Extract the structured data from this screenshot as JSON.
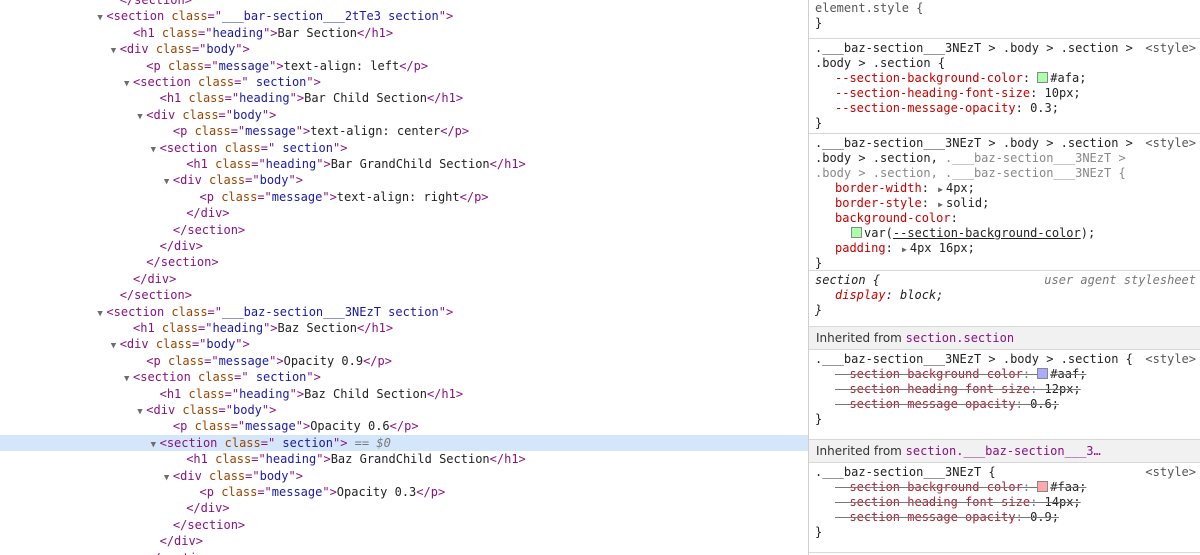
{
  "dom": {
    "lines": [
      {
        "indent": 9,
        "tri": "",
        "parts": [
          [
            "tag",
            "</section>"
          ]
        ]
      },
      {
        "indent": 8,
        "tri": "open",
        "parts": [
          [
            "tag",
            "<section "
          ],
          [
            "attr-name",
            "class"
          ],
          [
            "tag",
            "=\""
          ],
          [
            "attr-value",
            "___bar-section___2tTe3 section"
          ],
          [
            "tag",
            "\">"
          ]
        ]
      },
      {
        "indent": 10,
        "tri": "",
        "parts": [
          [
            "tag",
            "<h1 "
          ],
          [
            "attr-name",
            "class"
          ],
          [
            "tag",
            "=\""
          ],
          [
            "attr-value",
            "heading"
          ],
          [
            "tag",
            "\">"
          ],
          [
            "txt",
            "Bar Section"
          ],
          [
            "tag",
            "</h1>"
          ]
        ]
      },
      {
        "indent": 9,
        "tri": "open",
        "parts": [
          [
            "tag",
            "<div "
          ],
          [
            "attr-name",
            "class"
          ],
          [
            "tag",
            "=\""
          ],
          [
            "attr-value",
            "body"
          ],
          [
            "tag",
            "\">"
          ]
        ]
      },
      {
        "indent": 11,
        "tri": "",
        "parts": [
          [
            "tag",
            "<p "
          ],
          [
            "attr-name",
            "class"
          ],
          [
            "tag",
            "=\""
          ],
          [
            "attr-value",
            "message"
          ],
          [
            "tag",
            "\">"
          ],
          [
            "txt",
            "text-align: left"
          ],
          [
            "tag",
            "</p>"
          ]
        ]
      },
      {
        "indent": 10,
        "tri": "open",
        "parts": [
          [
            "tag",
            "<section "
          ],
          [
            "attr-name",
            "class"
          ],
          [
            "tag",
            "=\""
          ],
          [
            "attr-value",
            " section"
          ],
          [
            "tag",
            "\">"
          ]
        ]
      },
      {
        "indent": 12,
        "tri": "",
        "parts": [
          [
            "tag",
            "<h1 "
          ],
          [
            "attr-name",
            "class"
          ],
          [
            "tag",
            "=\""
          ],
          [
            "attr-value",
            "heading"
          ],
          [
            "tag",
            "\">"
          ],
          [
            "txt",
            "Bar Child Section"
          ],
          [
            "tag",
            "</h1>"
          ]
        ]
      },
      {
        "indent": 11,
        "tri": "open",
        "parts": [
          [
            "tag",
            "<div "
          ],
          [
            "attr-name",
            "class"
          ],
          [
            "tag",
            "=\""
          ],
          [
            "attr-value",
            "body"
          ],
          [
            "tag",
            "\">"
          ]
        ]
      },
      {
        "indent": 13,
        "tri": "",
        "parts": [
          [
            "tag",
            "<p "
          ],
          [
            "attr-name",
            "class"
          ],
          [
            "tag",
            "=\""
          ],
          [
            "attr-value",
            "message"
          ],
          [
            "tag",
            "\">"
          ],
          [
            "txt",
            "text-align: center"
          ],
          [
            "tag",
            "</p>"
          ]
        ]
      },
      {
        "indent": 12,
        "tri": "open",
        "parts": [
          [
            "tag",
            "<section "
          ],
          [
            "attr-name",
            "class"
          ],
          [
            "tag",
            "=\""
          ],
          [
            "attr-value",
            " section"
          ],
          [
            "tag",
            "\">"
          ]
        ]
      },
      {
        "indent": 14,
        "tri": "",
        "parts": [
          [
            "tag",
            "<h1 "
          ],
          [
            "attr-name",
            "class"
          ],
          [
            "tag",
            "=\""
          ],
          [
            "attr-value",
            "heading"
          ],
          [
            "tag",
            "\">"
          ],
          [
            "txt",
            "Bar GrandChild Section"
          ],
          [
            "tag",
            "</h1>"
          ]
        ]
      },
      {
        "indent": 13,
        "tri": "open",
        "parts": [
          [
            "tag",
            "<div "
          ],
          [
            "attr-name",
            "class"
          ],
          [
            "tag",
            "=\""
          ],
          [
            "attr-value",
            "body"
          ],
          [
            "tag",
            "\">"
          ]
        ]
      },
      {
        "indent": 15,
        "tri": "",
        "parts": [
          [
            "tag",
            "<p "
          ],
          [
            "attr-name",
            "class"
          ],
          [
            "tag",
            "=\""
          ],
          [
            "attr-value",
            "message"
          ],
          [
            "tag",
            "\">"
          ],
          [
            "txt",
            "text-align: right"
          ],
          [
            "tag",
            "</p>"
          ]
        ]
      },
      {
        "indent": 14,
        "tri": "",
        "parts": [
          [
            "tag",
            "</div>"
          ]
        ]
      },
      {
        "indent": 13,
        "tri": "",
        "parts": [
          [
            "tag",
            "</section>"
          ]
        ]
      },
      {
        "indent": 12,
        "tri": "",
        "parts": [
          [
            "tag",
            "</div>"
          ]
        ]
      },
      {
        "indent": 11,
        "tri": "",
        "parts": [
          [
            "tag",
            "</section>"
          ]
        ]
      },
      {
        "indent": 10,
        "tri": "",
        "parts": [
          [
            "tag",
            "</div>"
          ]
        ]
      },
      {
        "indent": 9,
        "tri": "",
        "parts": [
          [
            "tag",
            "</section>"
          ]
        ]
      },
      {
        "indent": 8,
        "tri": "open",
        "parts": [
          [
            "tag",
            "<section "
          ],
          [
            "attr-name",
            "class"
          ],
          [
            "tag",
            "=\""
          ],
          [
            "attr-value",
            "___baz-section___3NEzT section"
          ],
          [
            "tag",
            "\">"
          ]
        ]
      },
      {
        "indent": 10,
        "tri": "",
        "parts": [
          [
            "tag",
            "<h1 "
          ],
          [
            "attr-name",
            "class"
          ],
          [
            "tag",
            "=\""
          ],
          [
            "attr-value",
            "heading"
          ],
          [
            "tag",
            "\">"
          ],
          [
            "txt",
            "Baz Section"
          ],
          [
            "tag",
            "</h1>"
          ]
        ]
      },
      {
        "indent": 9,
        "tri": "open",
        "parts": [
          [
            "tag",
            "<div "
          ],
          [
            "attr-name",
            "class"
          ],
          [
            "tag",
            "=\""
          ],
          [
            "attr-value",
            "body"
          ],
          [
            "tag",
            "\">"
          ]
        ]
      },
      {
        "indent": 11,
        "tri": "",
        "parts": [
          [
            "tag",
            "<p "
          ],
          [
            "attr-name",
            "class"
          ],
          [
            "tag",
            "=\""
          ],
          [
            "attr-value",
            "message"
          ],
          [
            "tag",
            "\">"
          ],
          [
            "txt",
            "Opacity 0.9"
          ],
          [
            "tag",
            "</p>"
          ]
        ]
      },
      {
        "indent": 10,
        "tri": "open",
        "parts": [
          [
            "tag",
            "<section "
          ],
          [
            "attr-name",
            "class"
          ],
          [
            "tag",
            "=\""
          ],
          [
            "attr-value",
            " section"
          ],
          [
            "tag",
            "\">"
          ]
        ]
      },
      {
        "indent": 12,
        "tri": "",
        "parts": [
          [
            "tag",
            "<h1 "
          ],
          [
            "attr-name",
            "class"
          ],
          [
            "tag",
            "=\""
          ],
          [
            "attr-value",
            "heading"
          ],
          [
            "tag",
            "\">"
          ],
          [
            "txt",
            "Baz Child Section"
          ],
          [
            "tag",
            "</h1>"
          ]
        ]
      },
      {
        "indent": 11,
        "tri": "open",
        "parts": [
          [
            "tag",
            "<div "
          ],
          [
            "attr-name",
            "class"
          ],
          [
            "tag",
            "=\""
          ],
          [
            "attr-value",
            "body"
          ],
          [
            "tag",
            "\">"
          ]
        ]
      },
      {
        "indent": 13,
        "tri": "",
        "parts": [
          [
            "tag",
            "<p "
          ],
          [
            "attr-name",
            "class"
          ],
          [
            "tag",
            "=\""
          ],
          [
            "attr-value",
            "message"
          ],
          [
            "tag",
            "\">"
          ],
          [
            "txt",
            "Opacity 0.6"
          ],
          [
            "tag",
            "</p>"
          ]
        ]
      },
      {
        "indent": 12,
        "tri": "open",
        "selected": true,
        "parts": [
          [
            "tag",
            "<section "
          ],
          [
            "attr-name",
            "class"
          ],
          [
            "tag",
            "=\""
          ],
          [
            "attr-value",
            " section"
          ],
          [
            "tag",
            "\">"
          ],
          [
            "eq-marker",
            " == $0"
          ]
        ]
      },
      {
        "indent": 14,
        "tri": "",
        "parts": [
          [
            "tag",
            "<h1 "
          ],
          [
            "attr-name",
            "class"
          ],
          [
            "tag",
            "=\""
          ],
          [
            "attr-value",
            "heading"
          ],
          [
            "tag",
            "\">"
          ],
          [
            "txt",
            "Baz GrandChild Section"
          ],
          [
            "tag",
            "</h1>"
          ]
        ]
      },
      {
        "indent": 13,
        "tri": "open",
        "parts": [
          [
            "tag",
            "<div "
          ],
          [
            "attr-name",
            "class"
          ],
          [
            "tag",
            "=\""
          ],
          [
            "attr-value",
            "body"
          ],
          [
            "tag",
            "\">"
          ]
        ]
      },
      {
        "indent": 15,
        "tri": "",
        "parts": [
          [
            "tag",
            "<p "
          ],
          [
            "attr-name",
            "class"
          ],
          [
            "tag",
            "=\""
          ],
          [
            "attr-value",
            "message"
          ],
          [
            "tag",
            "\">"
          ],
          [
            "txt",
            "Opacity 0.3"
          ],
          [
            "tag",
            "</p>"
          ]
        ]
      },
      {
        "indent": 14,
        "tri": "",
        "parts": [
          [
            "tag",
            "</div>"
          ]
        ]
      },
      {
        "indent": 13,
        "tri": "",
        "parts": [
          [
            "tag",
            "</section>"
          ]
        ]
      },
      {
        "indent": 12,
        "tri": "",
        "parts": [
          [
            "tag",
            "</div>"
          ]
        ]
      },
      {
        "indent": 11,
        "tri": "",
        "parts": [
          [
            "tag",
            "</section>"
          ]
        ]
      }
    ]
  },
  "styles": {
    "element_style": {
      "selector": "element.style {",
      "close": "}"
    },
    "rule1": {
      "selector_a": ".___baz-section___3NEzT > .body > .section >",
      "selector_b": ".body > .section {",
      "origin": "<style>",
      "props": [
        {
          "name": "--section-background-color",
          "value": "#afa;",
          "swatch": "#aaffaa"
        },
        {
          "name": "--section-heading-font-size",
          "value": "10px;"
        },
        {
          "name": "--section-message-opacity",
          "value": "0.3;"
        }
      ],
      "close": "}"
    },
    "rule2": {
      "selector_a": ".___baz-section___3NEzT > .body > .section >",
      "selector_b1": ".body > .section, ",
      "selector_b2": ".___baz-section___3NEzT >",
      "selector_c1": ".body > .section, ",
      "selector_c2": ".___baz-section___3NEzT {",
      "origin": "<style>",
      "border_width_name": "border-width",
      "border_width_value": "4px;",
      "border_style_name": "border-style",
      "border_style_value": "solid;",
      "bg_name": "background-color",
      "bg_value_prefix": "var(",
      "bg_value_var": "--section-background-color",
      "bg_value_suffix": ");",
      "bg_swatch": "#aaffaa",
      "padding_name": "padding",
      "padding_value": "4px 16px;",
      "close": "}"
    },
    "ua_rule": {
      "selector": "section {",
      "origin": "user agent stylesheet",
      "prop_name": "display",
      "prop_value": "block;",
      "close": "}"
    },
    "inherited1": {
      "prefix": "Inherited from ",
      "link": "section.section"
    },
    "rule3": {
      "selector": ".___baz-section___3NEzT > .body > .section {",
      "origin": "<style>",
      "props": [
        {
          "name": "--section-background-color",
          "value": "#aaf;",
          "swatch": "#aaaaff"
        },
        {
          "name": "--section-heading-font-size",
          "value": "12px;"
        },
        {
          "name": "--section-message-opacity",
          "value": "0.6;"
        }
      ],
      "close": "}"
    },
    "inherited2": {
      "prefix": "Inherited from ",
      "link": "section.___baz-section___3…"
    },
    "rule4": {
      "selector": ".___baz-section___3NEzT {",
      "origin": "<style>",
      "props": [
        {
          "name": "--section-background-color",
          "value": "#faa;",
          "swatch": "#ffaaaa"
        },
        {
          "name": "--section-heading-font-size",
          "value": "14px;"
        },
        {
          "name": "--section-message-opacity",
          "value": "0.9;"
        }
      ],
      "close": "}"
    }
  }
}
